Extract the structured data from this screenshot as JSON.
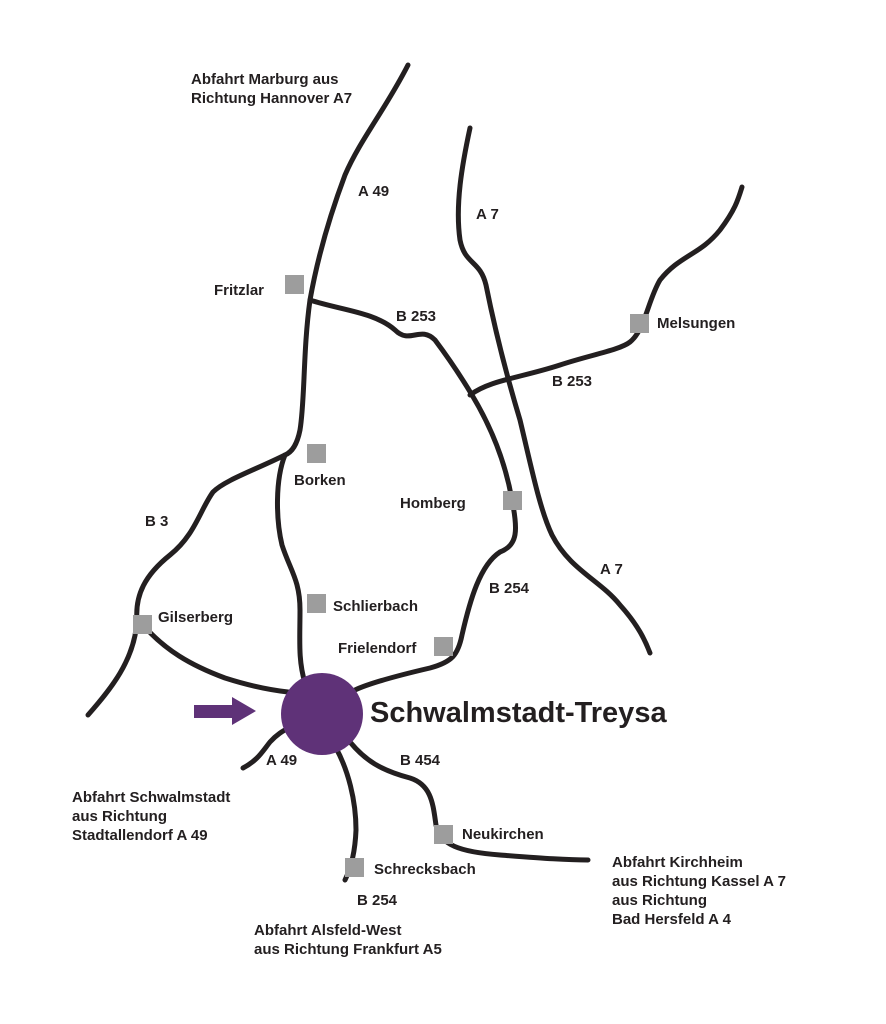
{
  "destination": {
    "name": "Schwalmstadt-Treysa",
    "color": "#5f3278"
  },
  "colors": {
    "road": "#231f20",
    "town": "#9d9d9d"
  },
  "roads": {
    "a49_north": "A 49",
    "a7_north": "A 7",
    "b253_west": "B 253",
    "b253_east": "B 253",
    "b3": "B 3",
    "a7_south": "A 7",
    "b254_north": "B 254",
    "a49_south": "A 49",
    "b454": "B 454",
    "b254_south": "B 254"
  },
  "towns": {
    "fritzlar": "Fritzlar",
    "melsungen": "Melsungen",
    "borken": "Borken",
    "homberg": "Homberg",
    "gilserberg": "Gilserberg",
    "schlierbach": "Schlierbach",
    "frielendorf": "Frielendorf",
    "neukirchen": "Neukirchen",
    "schrecksbach": "Schrecksbach"
  },
  "exits": {
    "marburg": "Abfahrt Marburg aus\nRichtung Hannover A7",
    "schwalmstadt": "Abfahrt Schwalmstadt\naus Richtung\nStadtallendorf A 49",
    "alsfeld": "Abfahrt Alsfeld-West\naus Richtung Frankfurt A5",
    "kirchheim": "Abfahrt Kirchheim\naus Richtung Kassel A 7\naus Richtung\nBad Hersfeld A 4"
  }
}
